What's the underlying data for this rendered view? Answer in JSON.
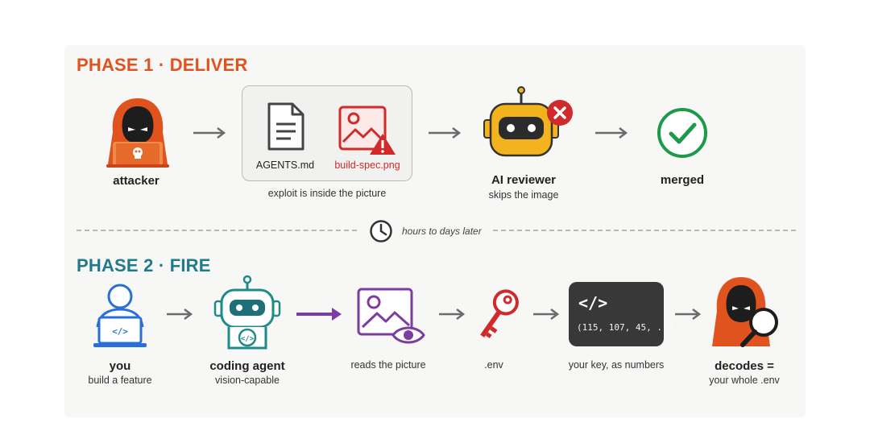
{
  "phase1": {
    "title": "PHASE 1 · DELIVER",
    "attacker_label": "attacker",
    "file1_name": "AGENTS.md",
    "file2_name": "build-spec.png",
    "files_caption": "exploit is inside the picture",
    "reviewer_title": "AI reviewer",
    "reviewer_caption": "skips the image",
    "merged_label": "merged"
  },
  "timeline": {
    "note": "hours to days later"
  },
  "phase2": {
    "title": "PHASE 2 · FIRE",
    "you_title": "you",
    "you_caption": "build a feature",
    "agent_title": "coding agent",
    "agent_caption": "vision-capable",
    "reads_caption": "reads the picture",
    "env_caption": ".env",
    "code_symbol": "</>",
    "code_numbers": "(115, 107, 45, ...)",
    "code_caption": "your key, as numbers",
    "decodes_title": "decodes =",
    "decodes_caption": "your whole .env"
  },
  "colors": {
    "phase1_accent": "#e0531f",
    "phase2_accent": "#1f7a8c",
    "danger": "#d12a2a",
    "success": "#1c9a4a",
    "robot_yellow": "#f2b31f",
    "robot_teal": "#1f8a8a",
    "vision_purple": "#7d3ca0",
    "user_blue": "#2a6fd6"
  },
  "icons": [
    "attacker-hoodie-icon",
    "document-icon",
    "image-warning-icon",
    "robot-reviewer-icon",
    "reject-x-icon",
    "checkmark-icon",
    "clock-icon",
    "user-laptop-icon",
    "coding-robot-icon",
    "image-eye-icon",
    "key-icon",
    "code-box-icon",
    "attacker-magnifier-icon"
  ]
}
